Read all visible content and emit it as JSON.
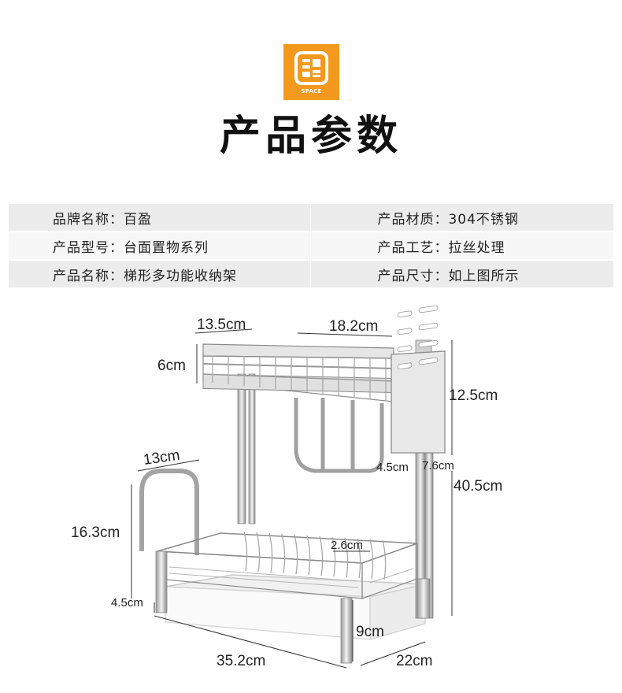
{
  "brand": {
    "logo_text": "SPACE",
    "color": "#f39a1e"
  },
  "title": "产品参数",
  "specs": [
    {
      "left_label": "品牌名称",
      "left_value": "百盈",
      "right_label": "产品材质",
      "right_value": "304不锈钢"
    },
    {
      "left_label": "产品型号",
      "left_value": "台面置物系列",
      "right_label": "产品工艺",
      "right_value": "拉丝处理"
    },
    {
      "left_label": "产品名称",
      "left_value": "梯形多功能收纳架",
      "right_label": "产品尺寸",
      "right_value": "如上图所示"
    }
  ],
  "separator": "：",
  "dimensions": {
    "top_left_width": "13.5cm",
    "top_shelf_width": "18.2cm",
    "top_shelf_height": "6cm",
    "holder_height": "12.5cm",
    "holder_depth": "4.5cm",
    "holder_width": "7.6cm",
    "total_height": "40.5cm",
    "board_rack_width": "13cm",
    "board_rack_height": "16.3cm",
    "slot_gap": "2.6cm",
    "foot_height": "4.5cm",
    "tray_height": "9cm",
    "total_width": "35.2cm",
    "total_depth": "22cm"
  }
}
